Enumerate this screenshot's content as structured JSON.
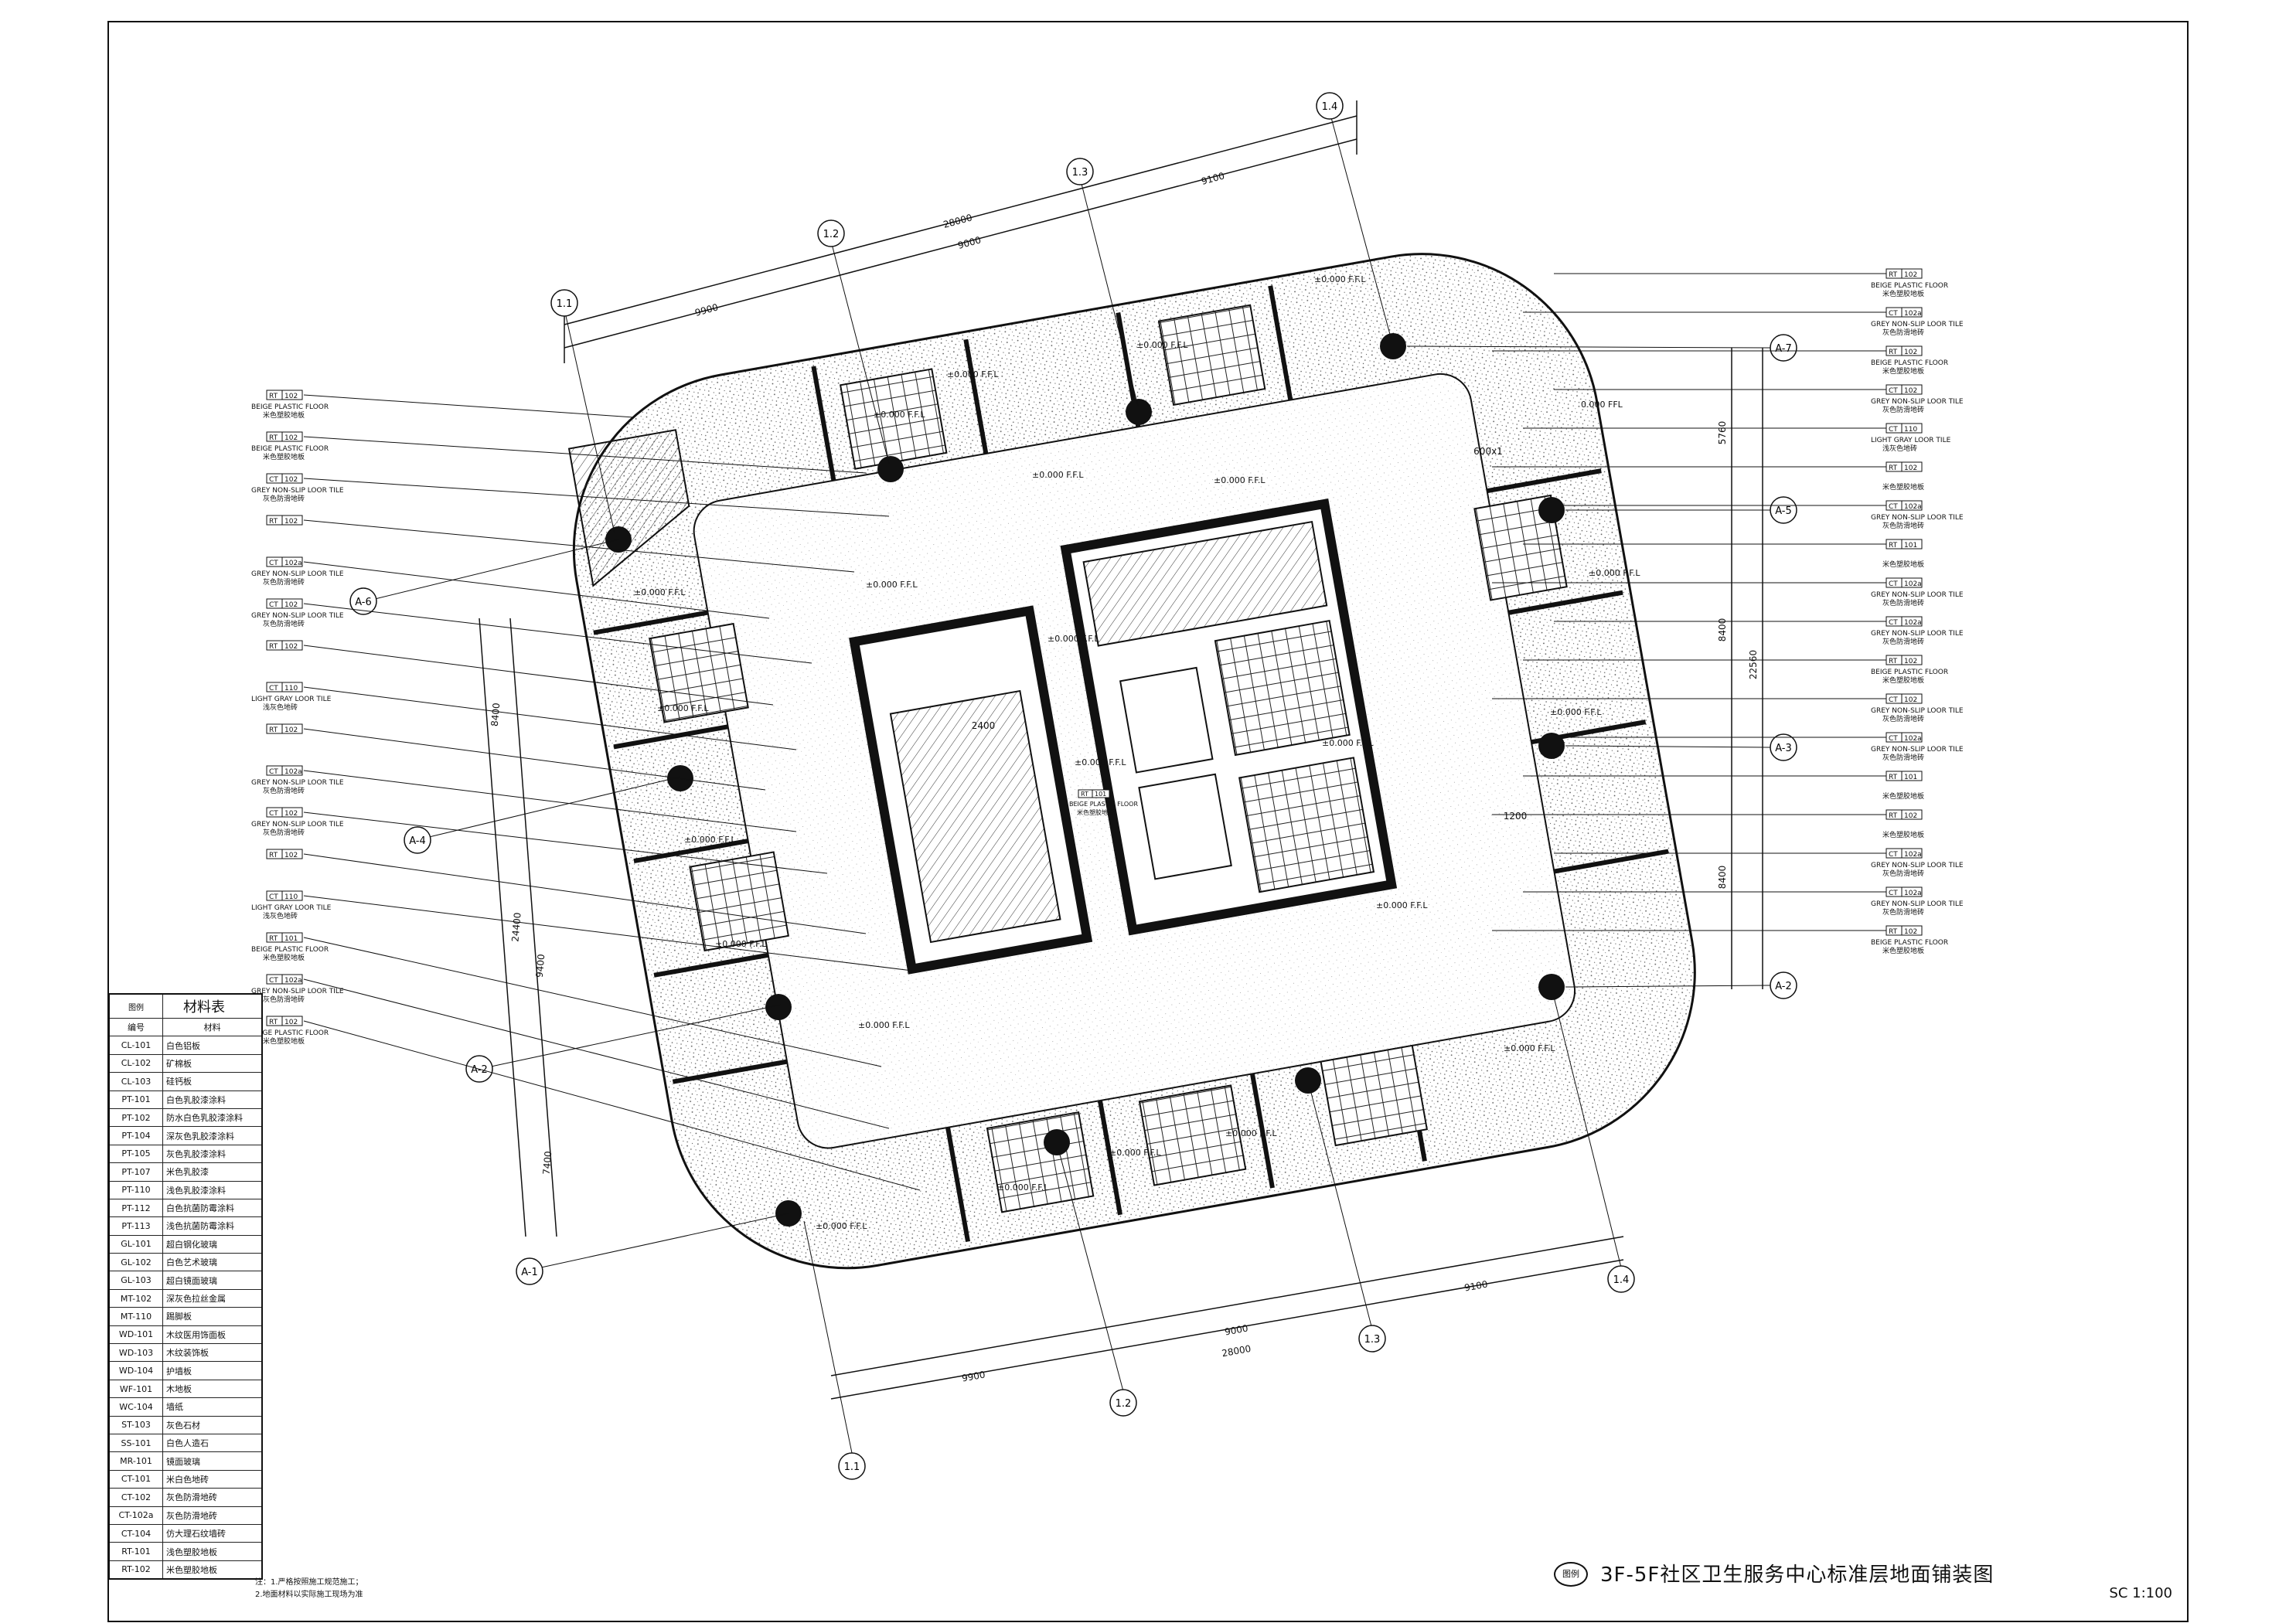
{
  "drawing": {
    "title": "3F-5F社区卫生服务中心标准层地面铺装图",
    "scale": "SC 1:100",
    "logo": "图例",
    "notes": [
      "注：1.严格按照施工规范施工；",
      "2.地面材料以实际施工现场为准"
    ]
  },
  "grid_axes": {
    "top": [
      "1.1",
      "1.2",
      "1.3",
      "1.4"
    ],
    "bottom": [
      "1.1",
      "1.2",
      "1.3",
      "1.4"
    ],
    "left": [
      "A-1",
      "A-2",
      "A-4",
      "A-6"
    ],
    "right": [
      "A-7",
      "A-5",
      "A-3",
      "A-2"
    ]
  },
  "dimensions": {
    "top_segments": [
      "9900",
      "9000",
      "9100"
    ],
    "top_total": "28000",
    "bottom_segments": [
      "9900",
      "9000",
      "9100"
    ],
    "bottom_total": "28000",
    "left_segments": [
      "7400",
      "9400",
      "8400"
    ],
    "left_total": "24400",
    "right_segments": [
      "5760",
      "8400",
      "8400"
    ],
    "right_total": "22560",
    "inner": [
      "2400",
      "600x1",
      "1200"
    ]
  },
  "level_tag": "±0.000 F.F.L",
  "level_tag_short": "0.000 FFL",
  "center_tag": {
    "code": "RT",
    "num": "101",
    "en": "BEIGE PLASTIC FLOOR",
    "cn": "米色塑胶地板"
  },
  "left_callouts": [
    {
      "code": "RT",
      "num": "102",
      "en": "BEIGE PLASTIC FLOOR",
      "cn": "米色塑胶地板"
    },
    {
      "code": "RT",
      "num": "102",
      "en": "BEIGE PLASTIC FLOOR",
      "cn": "米色塑胶地板"
    },
    {
      "code": "CT",
      "num": "102",
      "en": "GREY NON-SLIP LOOR TILE",
      "cn": "灰色防滑地砖"
    },
    {
      "code": "RT",
      "num": "102",
      "en": "",
      "cn": ""
    },
    {
      "code": "CT",
      "num": "102a",
      "en": "GREY NON-SLIP LOOR TILE",
      "cn": "灰色防滑地砖"
    },
    {
      "code": "CT",
      "num": "102",
      "en": "GREY NON-SLIP LOOR TILE",
      "cn": "灰色防滑地砖"
    },
    {
      "code": "RT",
      "num": "102",
      "en": "",
      "cn": ""
    },
    {
      "code": "CT",
      "num": "110",
      "en": "LIGHT GRAY LOOR TILE",
      "cn": "浅灰色地砖"
    },
    {
      "code": "RT",
      "num": "102",
      "en": "",
      "cn": ""
    },
    {
      "code": "CT",
      "num": "102a",
      "en": "GREY NON-SLIP LOOR TILE",
      "cn": "灰色防滑地砖"
    },
    {
      "code": "CT",
      "num": "102",
      "en": "GREY NON-SLIP LOOR TILE",
      "cn": "灰色防滑地砖"
    },
    {
      "code": "RT",
      "num": "102",
      "en": "",
      "cn": ""
    },
    {
      "code": "CT",
      "num": "110",
      "en": "LIGHT GRAY LOOR TILE",
      "cn": "浅灰色地砖"
    },
    {
      "code": "RT",
      "num": "101",
      "en": "BEIGE PLASTIC FLOOR",
      "cn": "米色塑胶地板"
    },
    {
      "code": "CT",
      "num": "102a",
      "en": "GREY NON-SLIP LOOR TILE",
      "cn": "灰色防滑地砖"
    },
    {
      "code": "RT",
      "num": "102",
      "en": "BEIGE PLASTIC FLOOR",
      "cn": "米色塑胶地板"
    }
  ],
  "right_callouts": [
    {
      "code": "RT",
      "num": "102",
      "en": "BEIGE PLASTIC FLOOR",
      "cn": "米色塑胶地板"
    },
    {
      "code": "CT",
      "num": "102a",
      "en": "GREY NON-SLIP LOOR TILE",
      "cn": "灰色防滑地砖"
    },
    {
      "code": "RT",
      "num": "102",
      "en": "BEIGE PLASTIC FLOOR",
      "cn": "米色塑胶地板"
    },
    {
      "code": "CT",
      "num": "102",
      "en": "GREY NON-SLIP LOOR TILE",
      "cn": "灰色防滑地砖"
    },
    {
      "code": "CT",
      "num": "110",
      "en": "LIGHT GRAY LOOR TILE",
      "cn": "浅灰色地砖"
    },
    {
      "code": "RT",
      "num": "102",
      "en": "",
      "cn": "米色塑胶地板"
    },
    {
      "code": "CT",
      "num": "102a",
      "en": "GREY NON-SLIP LOOR TILE",
      "cn": "灰色防滑地砖"
    },
    {
      "code": "RT",
      "num": "101",
      "en": "",
      "cn": "米色塑胶地板"
    },
    {
      "code": "CT",
      "num": "102a",
      "en": "GREY NON-SLIP LOOR TILE",
      "cn": "灰色防滑地砖"
    },
    {
      "code": "CT",
      "num": "102a",
      "en": "GREY NON-SLIP LOOR TILE",
      "cn": "灰色防滑地砖"
    },
    {
      "code": "RT",
      "num": "102",
      "en": "BEIGE PLASTIC FLOOR",
      "cn": "米色塑胶地板"
    },
    {
      "code": "CT",
      "num": "102",
      "en": "GREY NON-SLIP LOOR TILE",
      "cn": "灰色防滑地砖"
    },
    {
      "code": "CT",
      "num": "102a",
      "en": "GREY NON-SLIP LOOR TILE",
      "cn": "灰色防滑地砖"
    },
    {
      "code": "RT",
      "num": "101",
      "en": "",
      "cn": "米色塑胶地板"
    },
    {
      "code": "RT",
      "num": "102",
      "en": "",
      "cn": "米色塑胶地板"
    },
    {
      "code": "CT",
      "num": "102a",
      "en": "GREY NON-SLIP LOOR TILE",
      "cn": "灰色防滑地砖"
    },
    {
      "code": "CT",
      "num": "102a",
      "en": "GREY NON-SLIP LOOR TILE",
      "cn": "灰色防滑地砖"
    },
    {
      "code": "RT",
      "num": "102",
      "en": "BEIGE PLASTIC FLOOR",
      "cn": "米色塑胶地板"
    }
  ],
  "materials_table": {
    "icon_label": "图例",
    "title": "材料表",
    "col_code": "编号",
    "col_name": "材料",
    "rows": [
      {
        "code": "CL-101",
        "name": "白色铝板"
      },
      {
        "code": "CL-102",
        "name": "矿棉板"
      },
      {
        "code": "CL-103",
        "name": "硅钙板"
      },
      {
        "code": "PT-101",
        "name": "白色乳胶漆涂料"
      },
      {
        "code": "PT-102",
        "name": "防水白色乳胶漆涂料"
      },
      {
        "code": "PT-104",
        "name": "深灰色乳胶漆涂料"
      },
      {
        "code": "PT-105",
        "name": "灰色乳胶漆涂料"
      },
      {
        "code": "PT-107",
        "name": "米色乳胶漆"
      },
      {
        "code": "PT-110",
        "name": "浅色乳胶漆涂料"
      },
      {
        "code": "PT-112",
        "name": "白色抗菌防霉涂料"
      },
      {
        "code": "PT-113",
        "name": "浅色抗菌防霉涂料"
      },
      {
        "code": "GL-101",
        "name": "超白钢化玻璃"
      },
      {
        "code": "GL-102",
        "name": "白色艺术玻璃"
      },
      {
        "code": "GL-103",
        "name": "超白镜面玻璃"
      },
      {
        "code": "MT-102",
        "name": "深灰色拉丝金属"
      },
      {
        "code": "MT-110",
        "name": "踢脚板"
      },
      {
        "code": "WD-101",
        "name": "木纹医用饰面板"
      },
      {
        "code": "WD-103",
        "name": "木纹装饰板"
      },
      {
        "code": "WD-104",
        "name": "护墙板"
      },
      {
        "code": "WF-101",
        "name": "木地板"
      },
      {
        "code": "WC-104",
        "name": "墙纸"
      },
      {
        "code": "ST-103",
        "name": "灰色石材"
      },
      {
        "code": "SS-101",
        "name": "白色人造石"
      },
      {
        "code": "MR-101",
        "name": "镜面玻璃"
      },
      {
        "code": "CT-101",
        "name": "米白色地砖"
      },
      {
        "code": "CT-102",
        "name": "灰色防滑地砖"
      },
      {
        "code": "CT-102a",
        "name": "灰色防滑地砖"
      },
      {
        "code": "CT-104",
        "name": "仿大理石纹墙砖"
      },
      {
        "code": "RT-101",
        "name": "浅色塑胶地板"
      },
      {
        "code": "RT-102",
        "name": "米色塑胶地板"
      }
    ]
  }
}
